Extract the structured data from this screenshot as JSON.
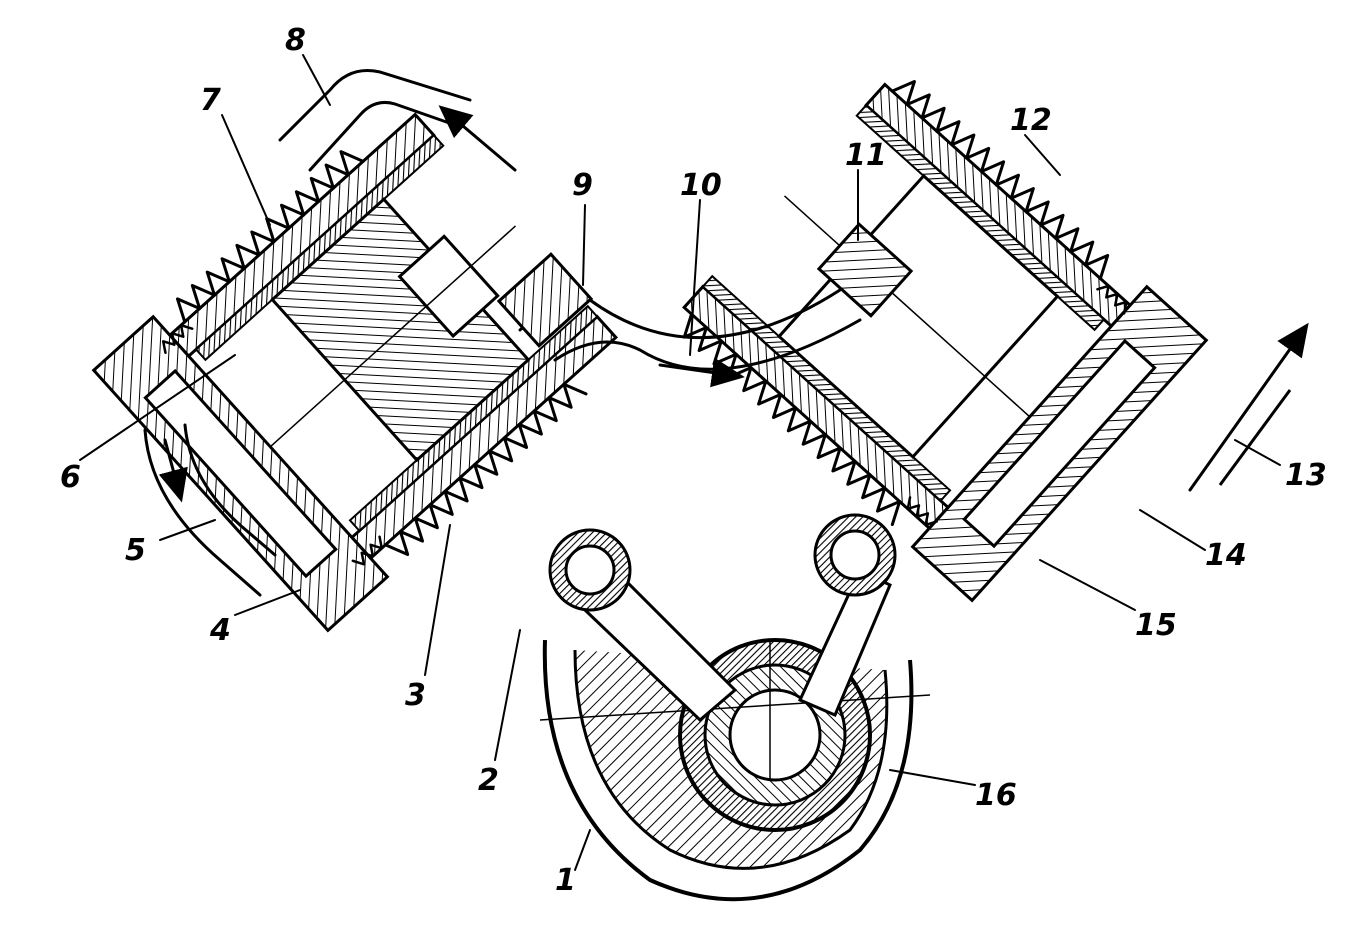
{
  "diagram": {
    "callouts": [
      "1",
      "2",
      "3",
      "4",
      "5",
      "6",
      "7",
      "8",
      "9",
      "10",
      "11",
      "12",
      "13",
      "14",
      "15",
      "16"
    ]
  },
  "colors": {
    "ink": "#000000",
    "paper": "#ffffff"
  }
}
